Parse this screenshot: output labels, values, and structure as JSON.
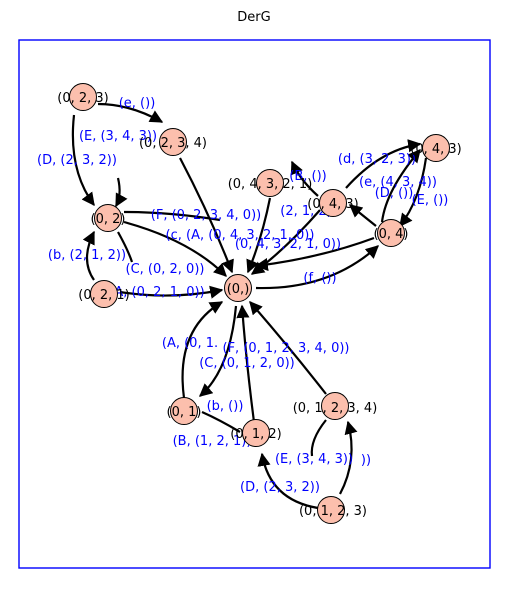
{
  "title": "DerG",
  "colors": {
    "frame": "#0000ff",
    "node_fill": "#fcbfad",
    "edge": "#000000",
    "edge_label": "#0000ff"
  },
  "nodes": [
    {
      "id": "n0123",
      "label": "(0, 1, 2, 3)"
    },
    {
      "id": "n01234",
      "label": "(0, 1, 2, 3, 4)"
    },
    {
      "id": "n012",
      "label": "(0, 1, 2)"
    },
    {
      "id": "n01",
      "label": "(0, 1)"
    },
    {
      "id": "n0",
      "label": "(0,)"
    },
    {
      "id": "n021",
      "label": "(0, 2, 1)"
    },
    {
      "id": "n02",
      "label": "(0, 2)"
    },
    {
      "id": "n023",
      "label": "(0, 2, 3)"
    },
    {
      "id": "n0234",
      "label": "(0, 2, 3, 4)"
    },
    {
      "id": "n04321",
      "label": "(0, 4, 3, 2, 1)"
    },
    {
      "id": "n043",
      "label": "(0, 4, 3)"
    },
    {
      "id": "n04",
      "label": "(0, 4)"
    },
    {
      "id": "n043x",
      "label": "(0, 4, 3)"
    }
  ],
  "edge_labels": [
    "(e, ())",
    "(E, (3, 4, 3))",
    "(D, (2, 3, 2))",
    "(b, (2, 1, 2))",
    "(C, (0, 2, 0))",
    "(A, (0, 2, 1, 0))",
    "(F, (0, 2, 3, 4, 0))",
    "(c, (A, (0, 4, 3, 2, 1, 0))",
    "(B, ())",
    "(2, 1, 2)",
    "(d, (3, 2, 3))",
    "(e, (4, 3, 4))",
    "(D, ())",
    "(E, ())",
    "(f, ())",
    "(0, 4, 3, 2, 1, 0))",
    "(A, (0, 1.",
    "(C, (0, 1, 2, 0))",
    "(F, (0, 1, 2, 3, 4, 0))",
    "(b, ())",
    "(B, (1, 2, 1))",
    "(E, (3, 4, 3))",
    "))",
    "(D, (2, 3, 2))"
  ]
}
